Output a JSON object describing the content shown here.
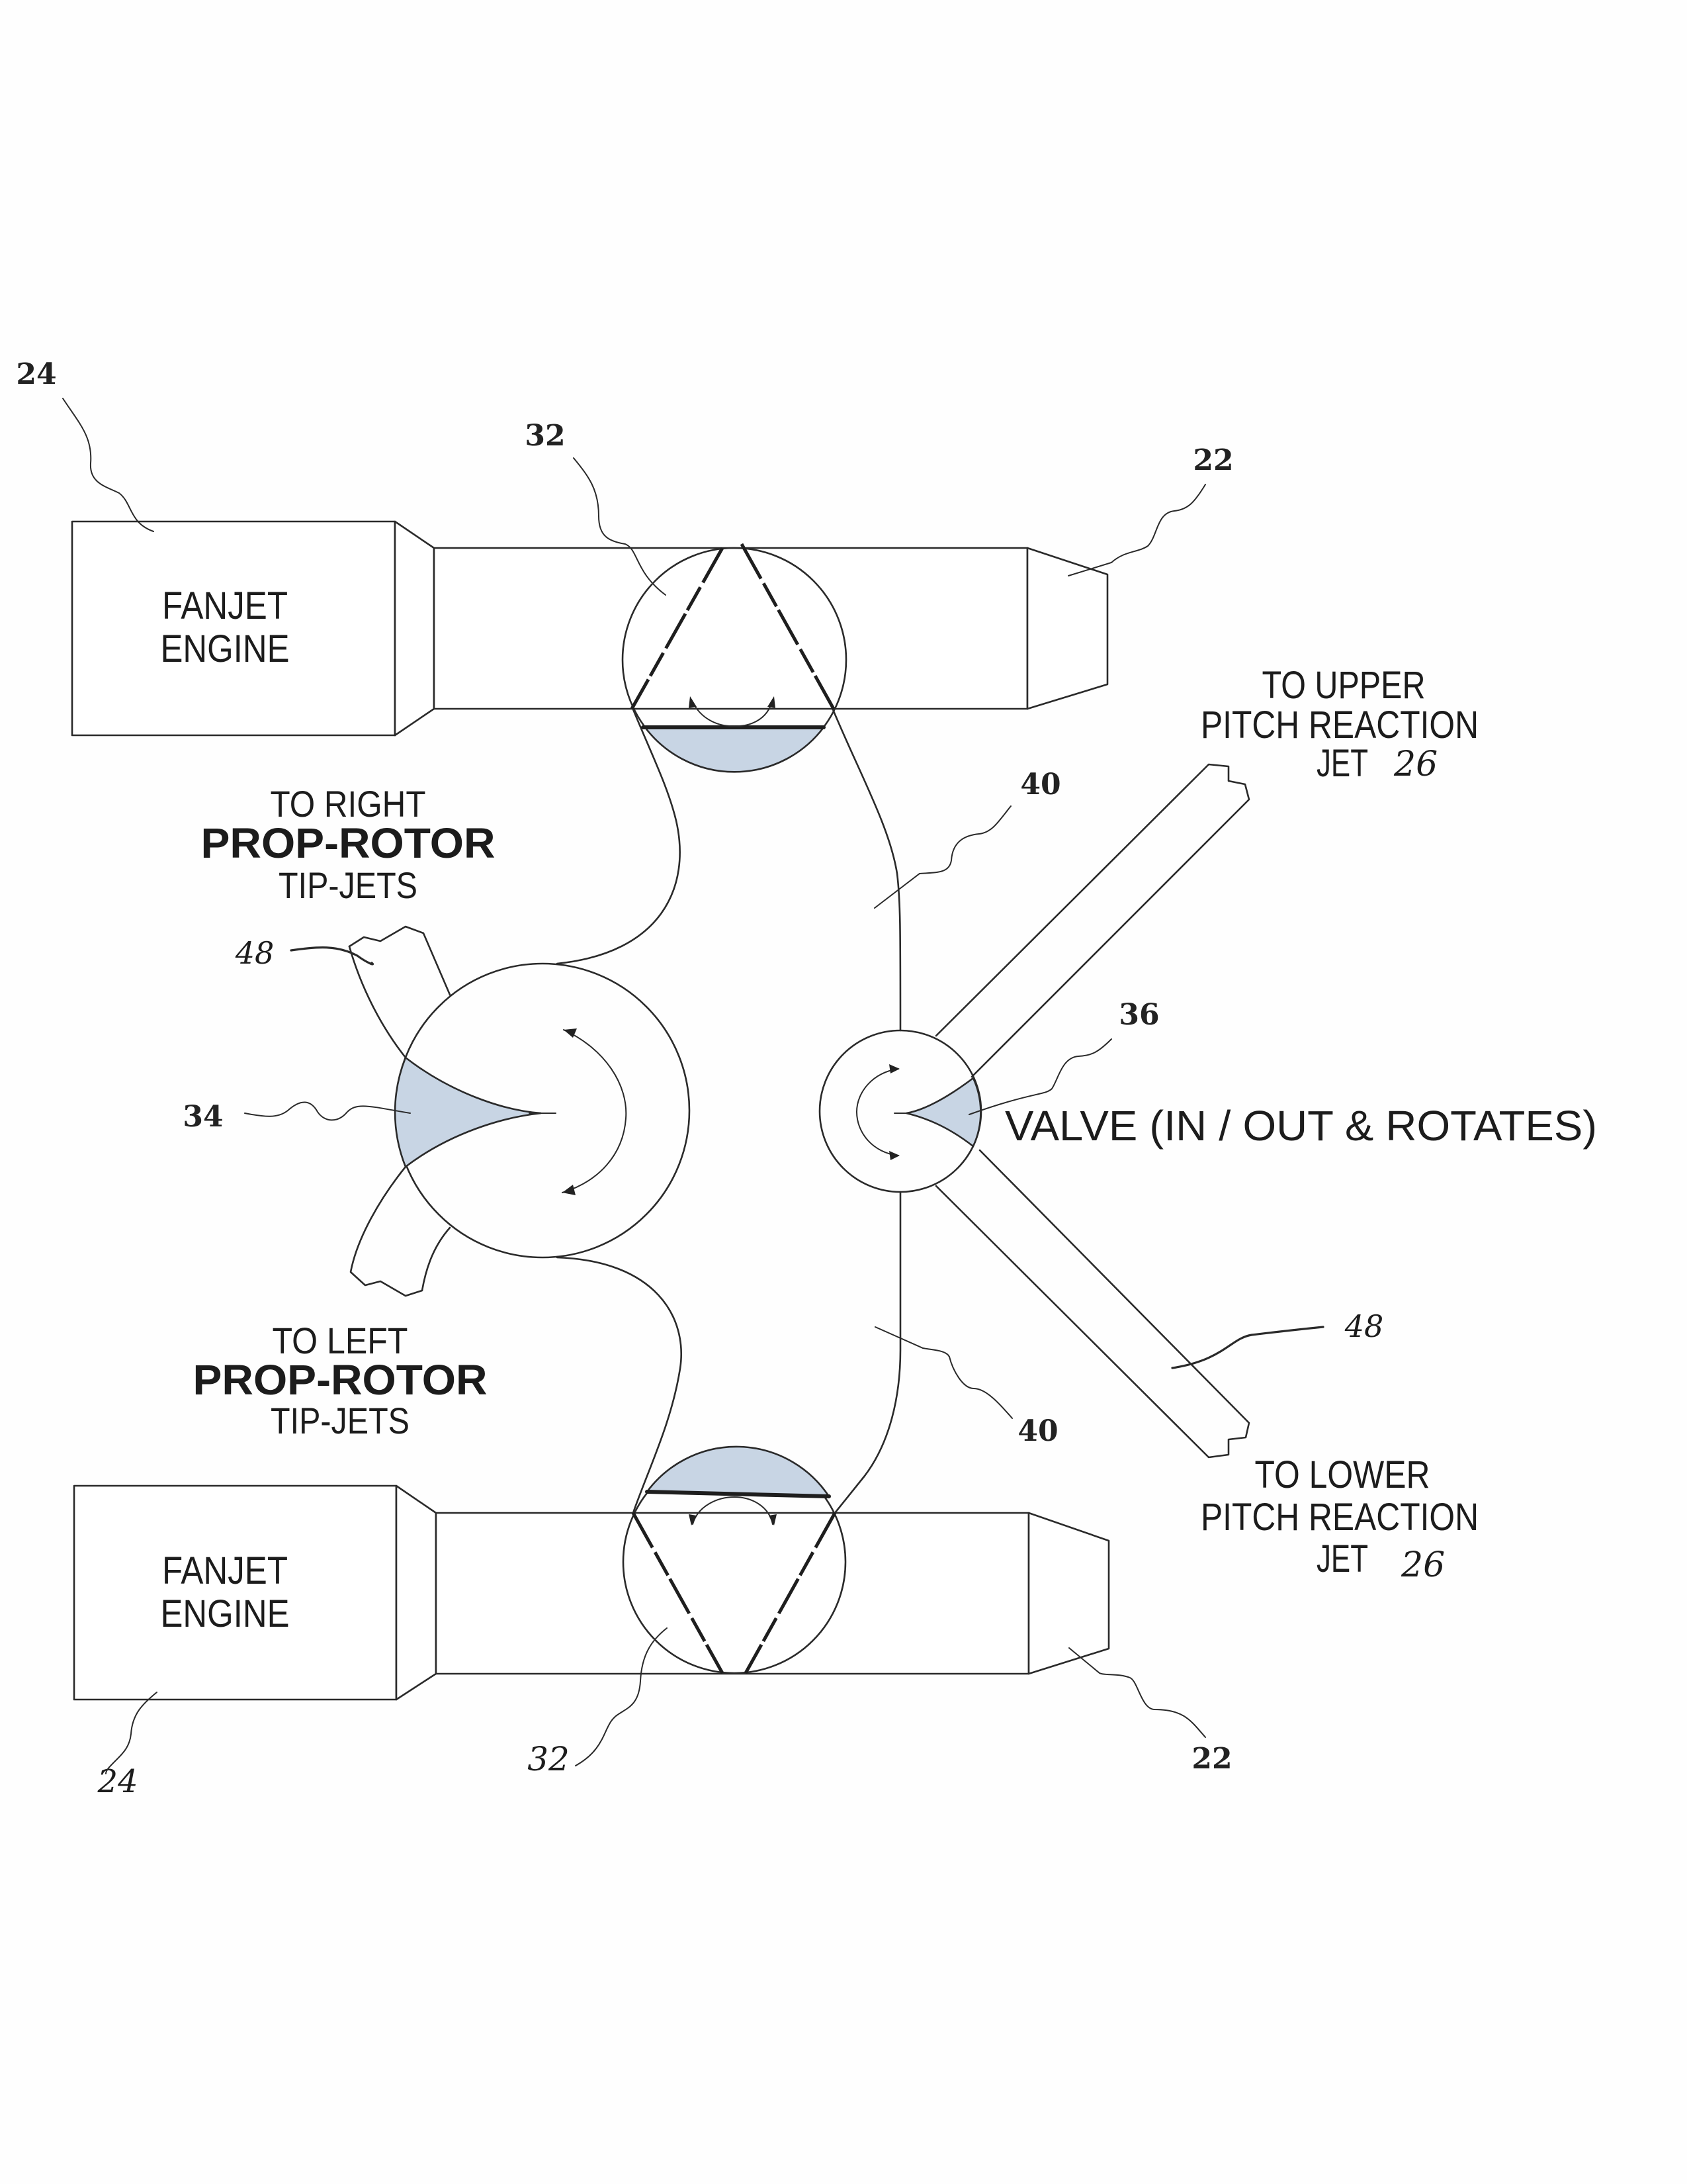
{
  "figure": {
    "shade_color": "#c8d5e4",
    "line_color": "#2a2a2a",
    "engines": [
      {
        "id": "upper",
        "label_line1": "FANJET",
        "label_line2": "ENGINE",
        "ref": "24"
      },
      {
        "id": "lower",
        "label_line1": "FANJET",
        "label_line2": "ENGINE",
        "ref": "24"
      }
    ],
    "nozzle_refs": {
      "upper": "22",
      "lower": "22"
    },
    "diverter_refs": {
      "upper": "32",
      "lower": "32"
    },
    "channel_refs": {
      "upper": "40",
      "lower": "40"
    },
    "rotor_valve": {
      "ref": "34",
      "tube_ref": "48"
    },
    "pitch_valve": {
      "ref": "36",
      "label": "VALVE (IN / OUT & ROTATES)",
      "tube_ref": "48"
    },
    "labels": {
      "right_rotor": {
        "line1": "TO RIGHT",
        "line2": "PROP-ROTOR",
        "line3": "TIP-JETS"
      },
      "left_rotor": {
        "line1": "TO LEFT",
        "line2": "PROP-ROTOR",
        "line3": "TIP-JETS"
      },
      "upper_pitch": {
        "line1": "TO UPPER",
        "line2": "PITCH REACTION",
        "line3": "JET",
        "ref": "26"
      },
      "lower_pitch": {
        "line1": "TO LOWER",
        "line2": "PITCH REACTION",
        "line3": "JET",
        "ref": "26"
      }
    }
  }
}
